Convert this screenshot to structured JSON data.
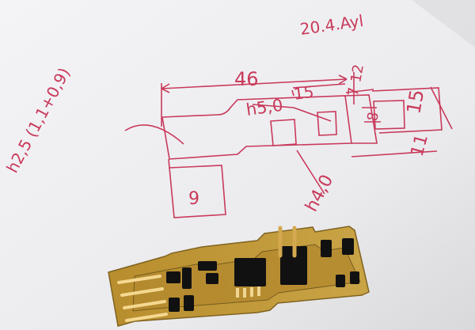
{
  "photo": {
    "paper_color": "#f2f2f4",
    "ink_color": "#c93a5b",
    "pcb_color": "#c49a39"
  },
  "annotations": {
    "date": "20.4.Ayl",
    "dimension_total": "46",
    "dimension_15": "15",
    "dimension_h5": "h5,0",
    "dimension_12": "12",
    "dimension_7": "7",
    "dimension_8": "8",
    "dimension_15_box": "15",
    "dimension_11": "11",
    "dimension_left": "h2,5 (1,1+0,9)",
    "dimension_9": "9",
    "dimension_h40": "h4,0"
  }
}
